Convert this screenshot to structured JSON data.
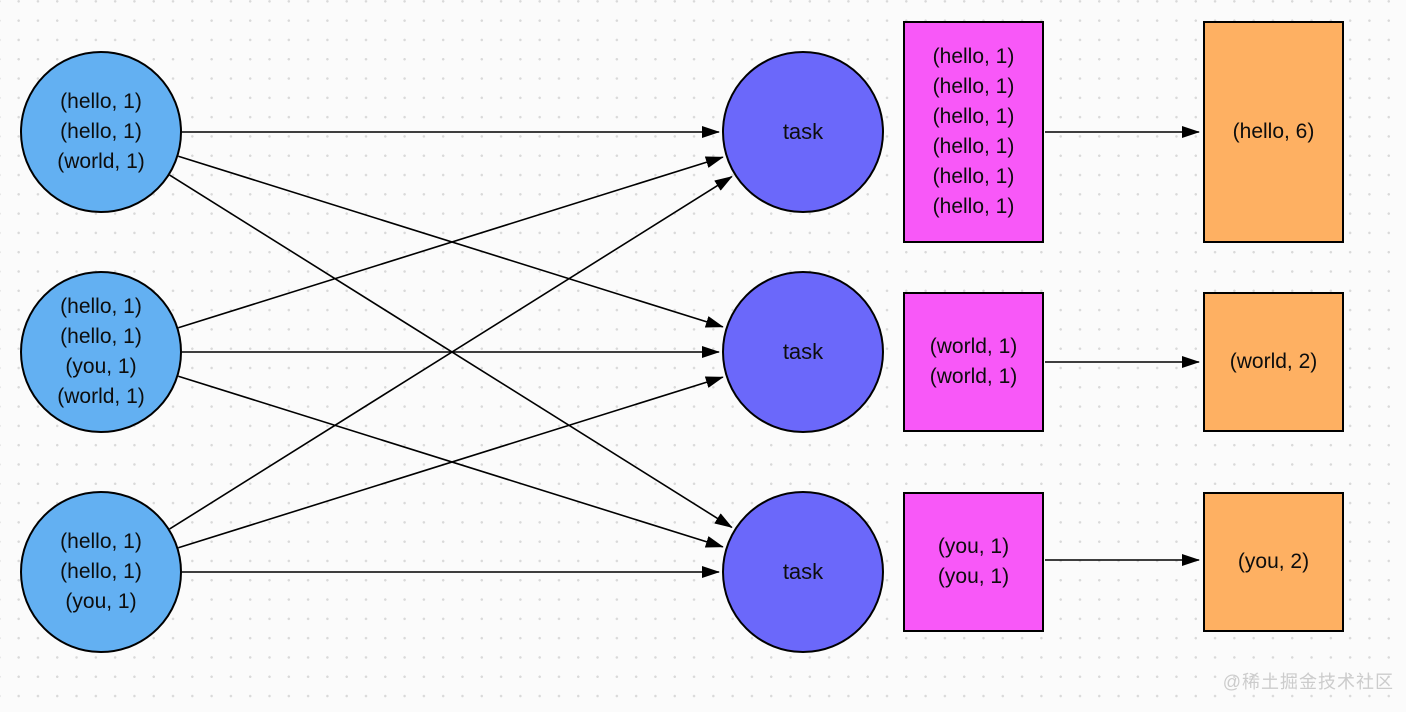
{
  "diagram": {
    "map_outputs": [
      {
        "lines": [
          "(hello, 1)",
          "(hello, 1)",
          "(world, 1)"
        ]
      },
      {
        "lines": [
          "(hello, 1)",
          "(hello, 1)",
          "(you, 1)",
          "(world, 1)"
        ]
      },
      {
        "lines": [
          "(hello, 1)",
          "(hello, 1)",
          "(you, 1)"
        ]
      }
    ],
    "tasks": [
      {
        "label": "task"
      },
      {
        "label": "task"
      },
      {
        "label": "task"
      }
    ],
    "shuffle_groups": [
      {
        "lines": [
          "(hello, 1)",
          "(hello, 1)",
          "(hello, 1)",
          "(hello, 1)",
          "(hello, 1)",
          "(hello, 1)"
        ]
      },
      {
        "lines": [
          "(world, 1)",
          "(world, 1)"
        ]
      },
      {
        "lines": [
          "(you, 1)",
          "(you, 1)"
        ]
      }
    ],
    "results": [
      {
        "label": "(hello, 6)"
      },
      {
        "label": "(world, 2)"
      },
      {
        "label": "(you, 2)"
      }
    ],
    "edges": [
      {
        "from": 0,
        "to": 0
      },
      {
        "from": 0,
        "to": 1
      },
      {
        "from": 0,
        "to": 2
      },
      {
        "from": 1,
        "to": 0
      },
      {
        "from": 1,
        "to": 1
      },
      {
        "from": 1,
        "to": 2
      },
      {
        "from": 2,
        "to": 0
      },
      {
        "from": 2,
        "to": 1
      },
      {
        "from": 2,
        "to": 2
      }
    ],
    "result_arrows": [
      {
        "row": 0
      },
      {
        "row": 1
      },
      {
        "row": 2
      }
    ],
    "colors": {
      "map_node_fill": "#63b0f2",
      "task_node_fill": "#6b68fa",
      "group_box_fill": "#f858f8",
      "result_box_fill": "#feb062",
      "stroke": "#000000",
      "watermark": "#cccccc"
    },
    "watermark": "@稀土掘金技术社区"
  }
}
